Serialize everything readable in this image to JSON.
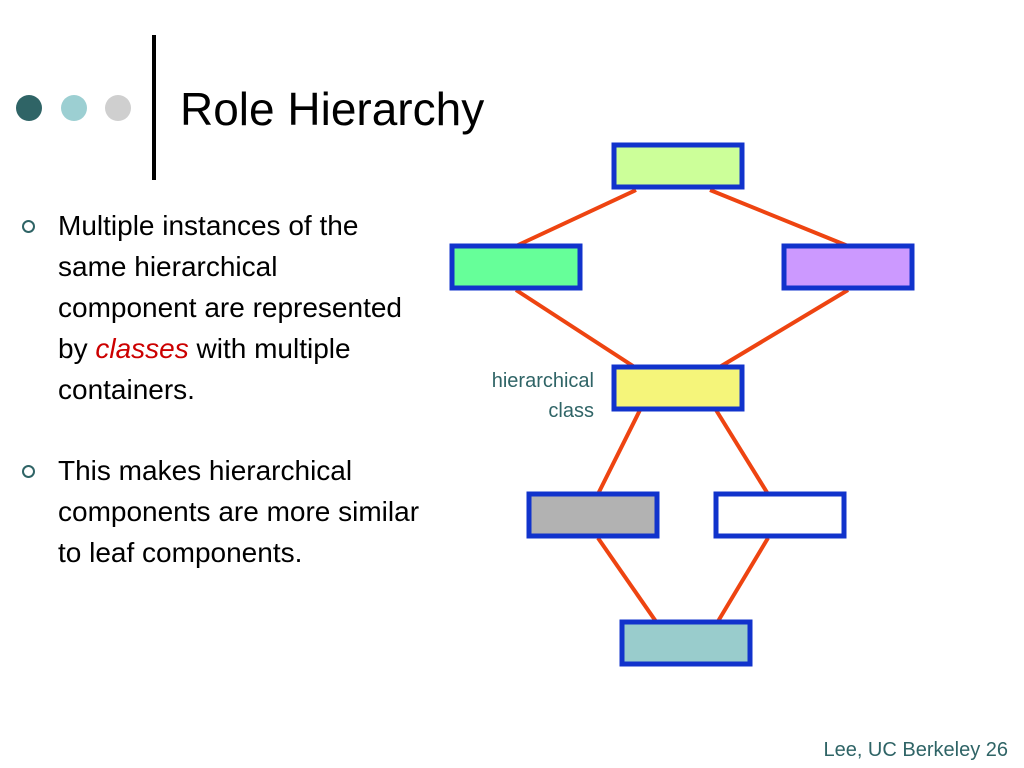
{
  "slide": {
    "title": "Role Hierarchy",
    "footer": "Lee, UC Berkeley 26"
  },
  "bullets": [
    {
      "before": "Multiple instances of the same hierarchical component are represented by ",
      "emphasis": "classes",
      "after": " with multiple containers."
    },
    {
      "text": "This makes hierarchical components are more similar to leaf components."
    }
  ],
  "diagram": {
    "annotation": [
      "hierarchical",
      "class"
    ],
    "box_fills": {
      "top": "#ccff99",
      "mid_left": "#66ff99",
      "mid_right": "#cc99ff",
      "center": "#f5f57a",
      "lower_left": "#b2b2b2",
      "lower_right": "#ffffff",
      "bottom": "#99cccc"
    },
    "box_border": "#1133cc",
    "edge_color": "#ee4411"
  },
  "theme": {
    "accent": "#2f6466",
    "emphasis": "#cc0000"
  }
}
